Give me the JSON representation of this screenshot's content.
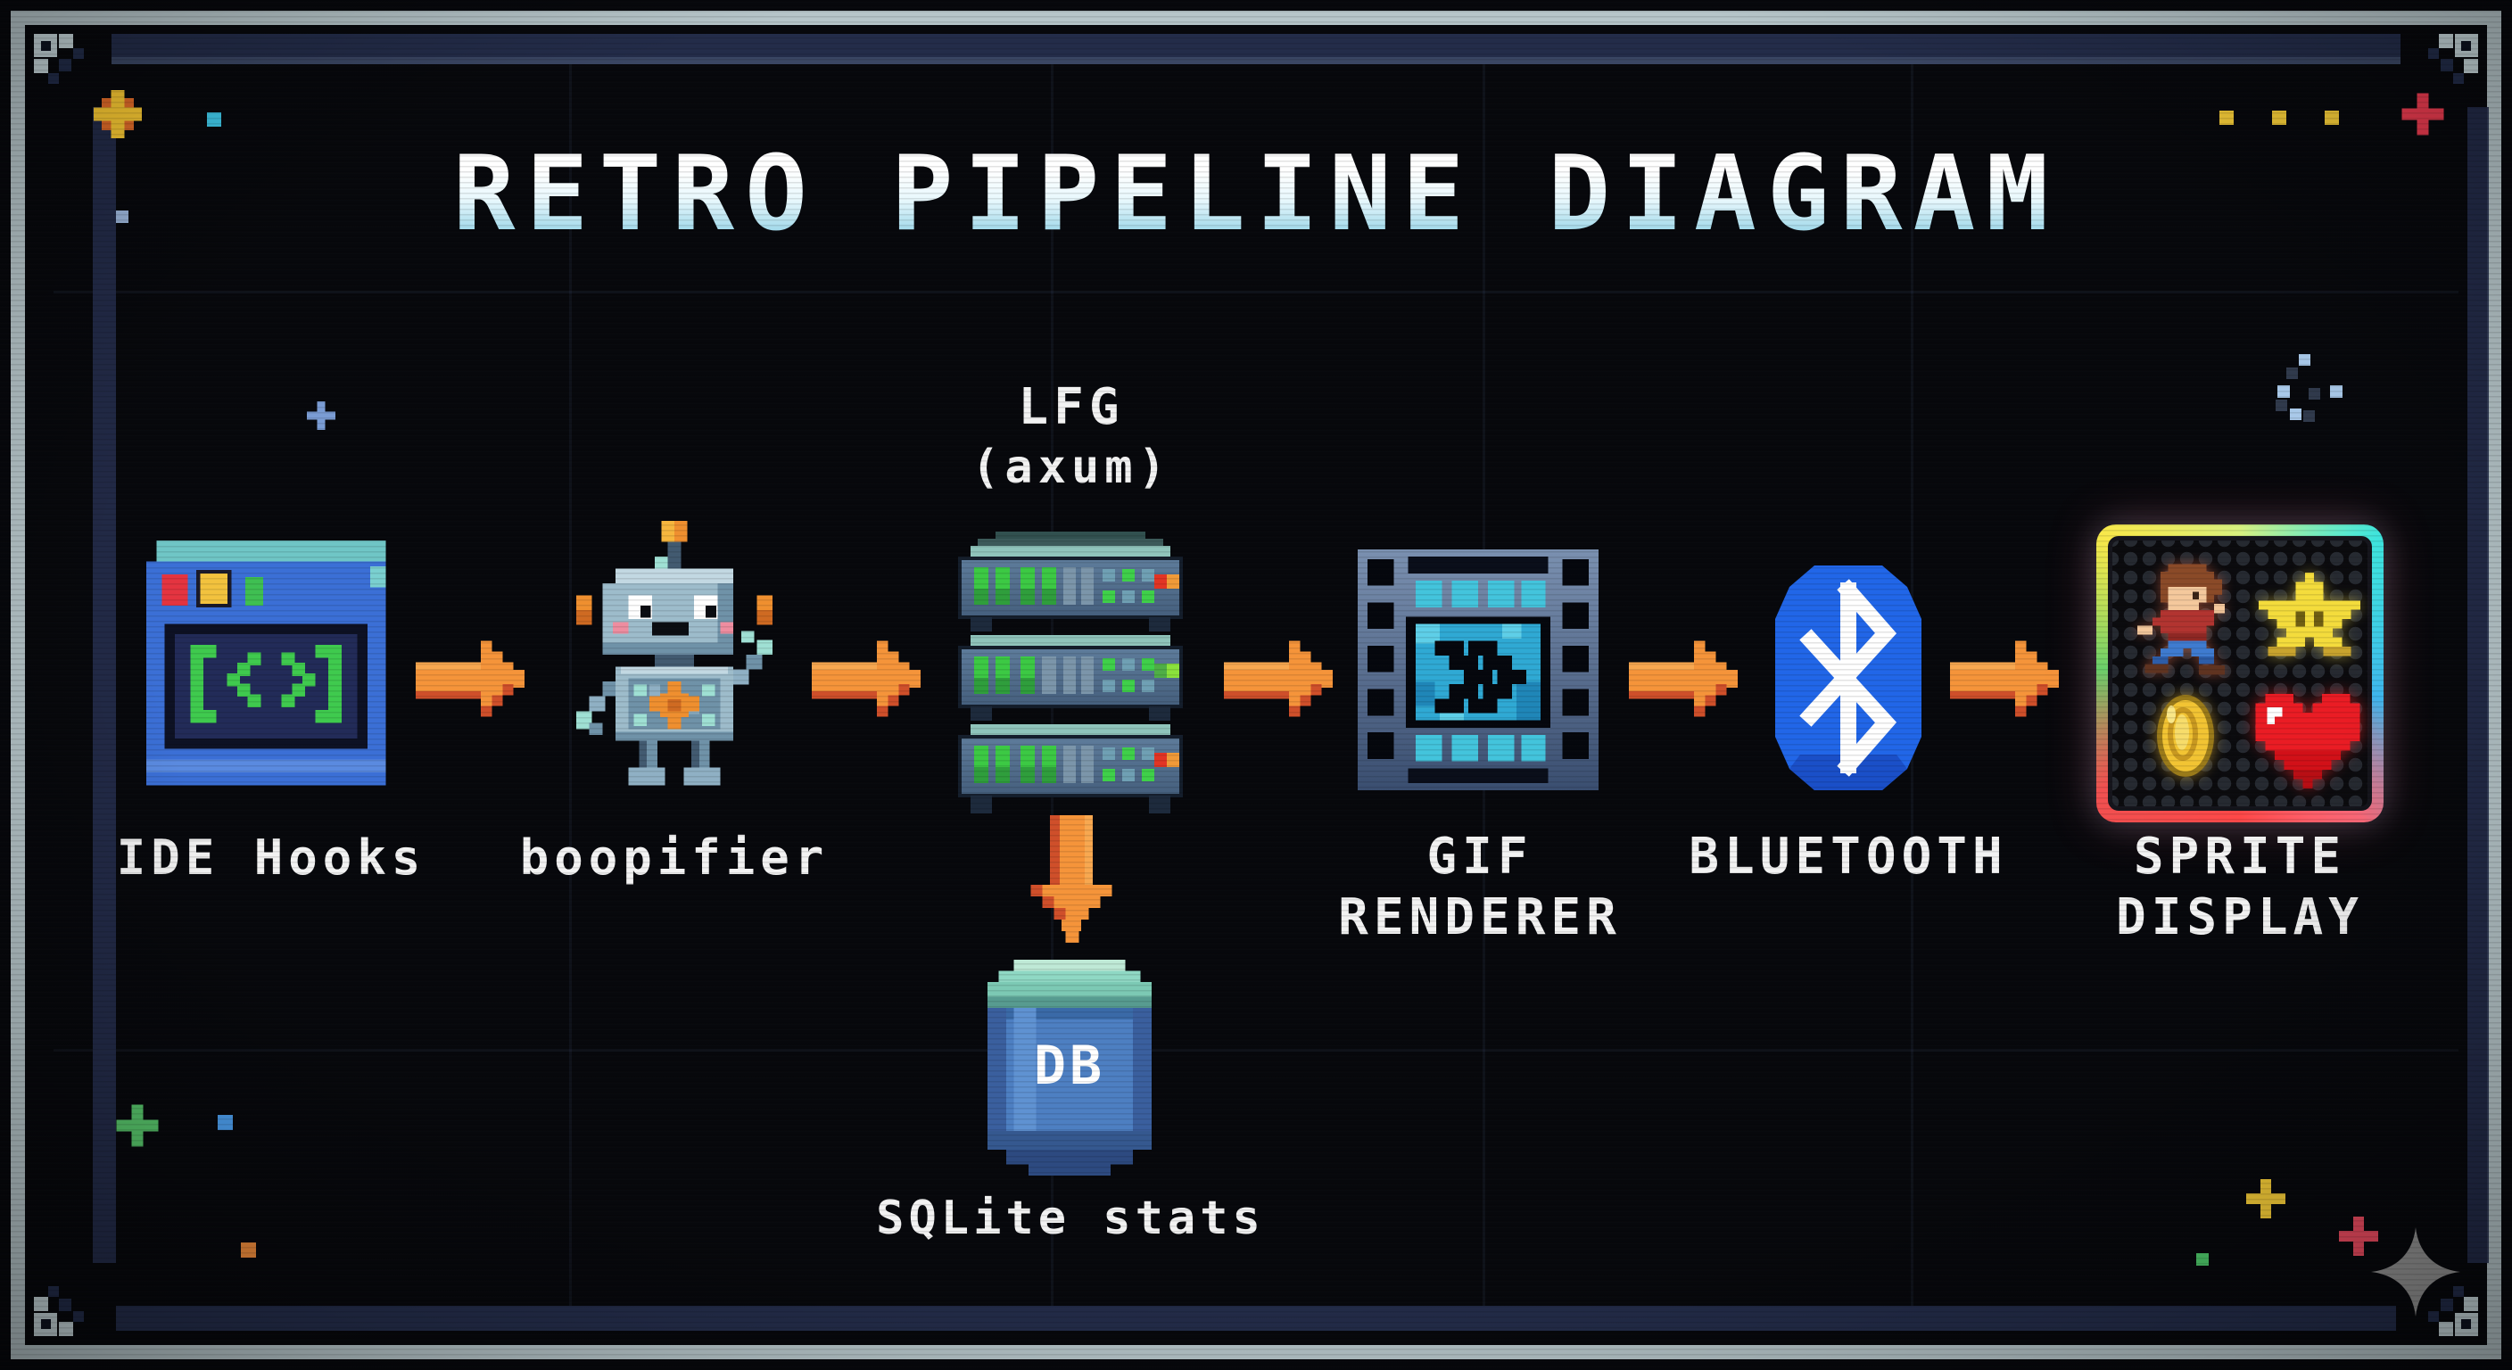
{
  "title": "RETRO PIPELINE DIAGRAM",
  "nodes": [
    {
      "id": "ide-hooks",
      "label": "IDE Hooks"
    },
    {
      "id": "boopifier",
      "label": "boopifier"
    },
    {
      "id": "lfg",
      "title_line1": "LFG",
      "title_line2": "(axum)"
    },
    {
      "id": "gif-renderer",
      "label_line1": "GIF",
      "label_line2": "RENDERER"
    },
    {
      "id": "bluetooth",
      "label": "BLUETOOTH"
    },
    {
      "id": "sprite-display",
      "label_line1": "SPRITE",
      "label_line2": "DISPLAY"
    }
  ],
  "database": {
    "icon_text": "DB",
    "label": "SQLite stats"
  },
  "colors": {
    "background": "#07080c",
    "arrow_orange": "#f5943a",
    "arrow_shade": "#cf4f2a",
    "label_text": "#f2f2f2",
    "frame_light": "#c6d6da",
    "frame_dark": "#232c49",
    "bluetooth_blue": "#2166e8",
    "server_green": "#3cc944",
    "ide_window_blue": "#3b6fd6",
    "db_body_blue": "#4d7fc2",
    "db_cap_teal": "#8fd8c4",
    "title_gradient_bottom": "#8fd2e8"
  }
}
